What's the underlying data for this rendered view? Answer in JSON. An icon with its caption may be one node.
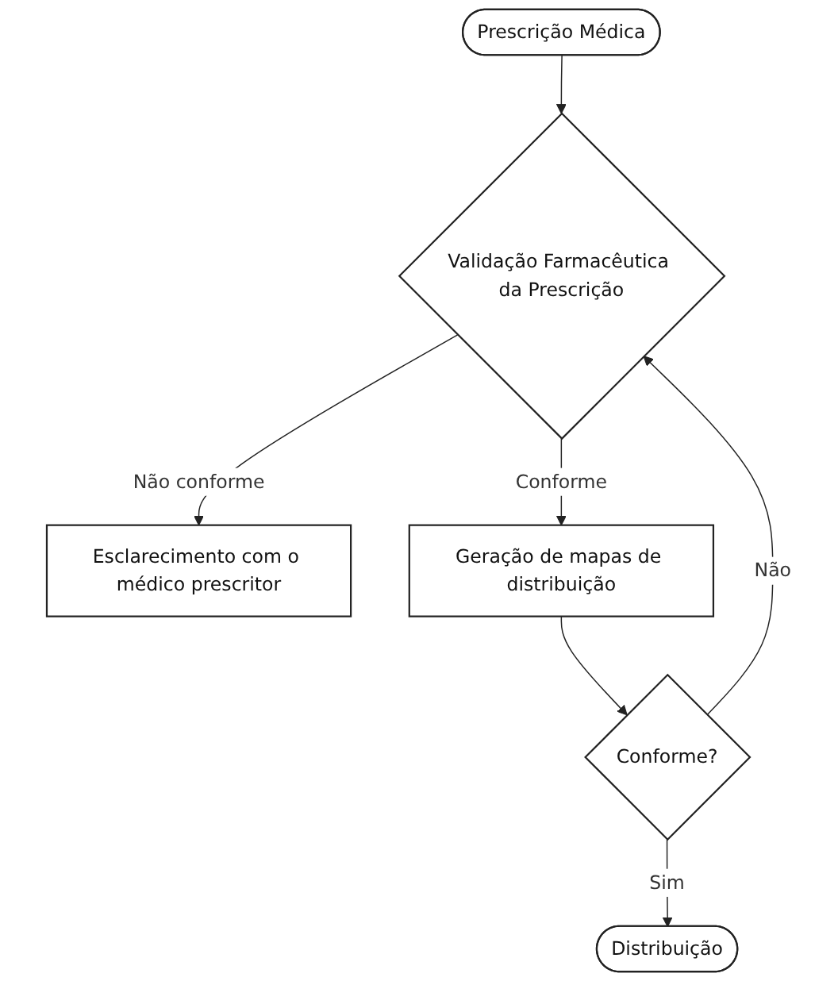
{
  "diagram": {
    "nodes": [
      {
        "text": [
          "Prescrição Médica"
        ]
      },
      {
        "text": [
          "Validação Farmacêutica da Prescrição"
        ]
      },
      {
        "text": [
          "Esclarecimento com o médico prescritor"
        ]
      },
      {
        "text": [
          "Geração de mapas de distribuição"
        ]
      },
      {
        "text": [
          "Conforme?"
        ]
      },
      {
        "text": [
          "Distribuição"
        ]
      }
    ],
    "edges": [
      {
        "from": 0,
        "to": 1,
        "arrow": "to"
      },
      {
        "from": 1,
        "to": 2,
        "label": "Não conforme",
        "arrow": "to"
      },
      {
        "from": 1,
        "to": 3,
        "label": "Conforme",
        "arrow": "to"
      },
      {
        "from": 3,
        "to": 4,
        "arrow": "to"
      },
      {
        "from": 4,
        "to": 1,
        "label": "Não",
        "arrow": "to"
      },
      {
        "from": 4,
        "to": 5,
        "label": "Sim",
        "arrow": "to"
      }
    ]
  }
}
